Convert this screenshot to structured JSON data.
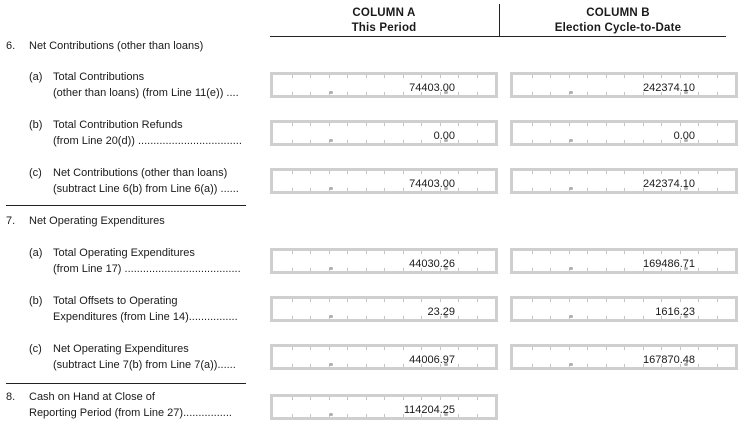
{
  "columns": {
    "a": {
      "title": "COLUMN A",
      "subtitle": "This Period"
    },
    "b": {
      "title": "COLUMN B",
      "subtitle": "Election Cycle-to-Date"
    }
  },
  "sections": [
    {
      "num": "6.",
      "title": "Net Contributions (other than loans)"
    },
    {
      "num": "7.",
      "title": "Net Operating Expenditures"
    },
    {
      "num": "8.",
      "line1": "Cash on Hand at Close of",
      "line2": "Reporting Period (from Line 27)................",
      "col_a": "114204.25"
    }
  ],
  "rows": [
    {
      "letter": "(a)",
      "line1": "Total Contributions",
      "line2": "(other than loans) (from Line 11(e)) ....",
      "col_a": "74403.00",
      "col_b": "242374.10"
    },
    {
      "letter": "(b)",
      "line1": "Total Contribution Refunds",
      "line2": "(from Line 20(d)) ..................................",
      "col_a": "0.00",
      "col_b": "0.00"
    },
    {
      "letter": "(c)",
      "line1": "Net Contributions (other than loans)",
      "line2": "(subtract Line 6(b) from Line 6(a)) ......",
      "col_a": "74403.00",
      "col_b": "242374.10"
    },
    {
      "letter": "(a)",
      "line1": "Total Operating Expenditures",
      "line2": "(from Line 17) ......................................",
      "col_a": "44030.26",
      "col_b": "169486.71"
    },
    {
      "letter": "(b)",
      "line1": "Total Offsets to Operating",
      "line2": "Expenditures (from Line 14)................",
      "col_a": "23.29",
      "col_b": "1616.23"
    },
    {
      "letter": "(c)",
      "line1": "Net Operating Expenditures",
      "line2": "(subtract Line 7(b) from Line 7(a))......",
      "col_a": "44006.97",
      "col_b": "167870.48"
    }
  ]
}
